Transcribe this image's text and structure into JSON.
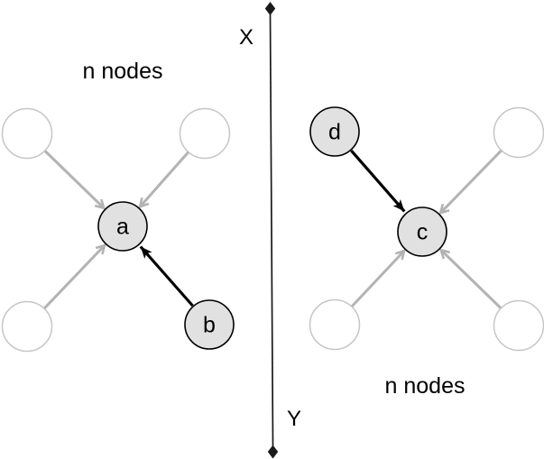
{
  "divider": {
    "top_label": "X",
    "bottom_label": "Y"
  },
  "left_cluster": {
    "count_label": "n nodes",
    "hub_label": "a",
    "source_label": "b"
  },
  "right_cluster": {
    "count_label": "n nodes",
    "hub_label": "c",
    "source_label": "d"
  },
  "colors": {
    "background": "#ffffff",
    "node_fill": "#e1e1e1",
    "node_border": "#000000",
    "ghost_node_fill": "#ffffff",
    "ghost_node_border": "#c6c6c6",
    "edge_gray": "#b3b3b3",
    "edge_black": "#000000",
    "divider_line": "#1a1a1a",
    "text": "#000000"
  }
}
